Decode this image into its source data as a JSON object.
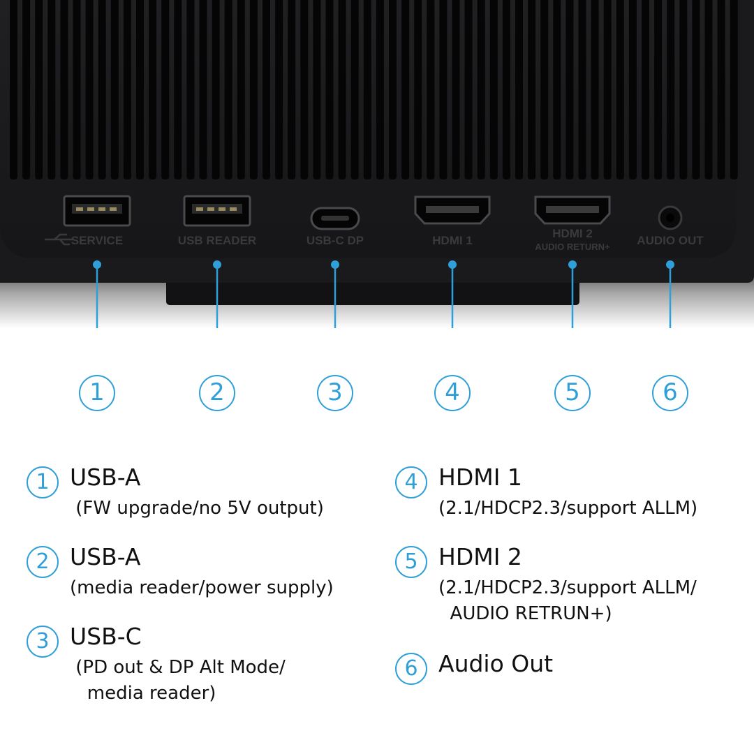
{
  "ports": [
    {
      "number": "1",
      "label": "SERVICE"
    },
    {
      "number": "2",
      "label": "USB READER"
    },
    {
      "number": "3",
      "label": "USB-C DP"
    },
    {
      "number": "4",
      "label": "HDMI 1"
    },
    {
      "number": "5",
      "label": "HDMI 2",
      "sublabel": "AUDIO RETURN+"
    },
    {
      "number": "6",
      "label": "AUDIO OUT"
    }
  ],
  "legend": [
    {
      "number": "1",
      "title": "USB-A",
      "desc": " (FW upgrade/no 5V output)"
    },
    {
      "number": "2",
      "title": "USB-A",
      "desc": "(media reader/power supply)"
    },
    {
      "number": "3",
      "title": "USB-C",
      "desc": " (PD out & DP Alt Mode/\n   media reader)"
    },
    {
      "number": "4",
      "title": "HDMI 1",
      "desc": "(2.1/HDCP2.3/support ALLM)"
    },
    {
      "number": "5",
      "title": "HDMI 2",
      "desc": "(2.1/HDCP2.3/support ALLM/\n  AUDIO RETRUN+)"
    },
    {
      "number": "6",
      "title": "Audio Out",
      "desc": ""
    }
  ],
  "colors": {
    "accent": "#2f9fd9",
    "device": "#1c1c1e",
    "text": "#111111",
    "port_label": "#3a3a3c"
  }
}
